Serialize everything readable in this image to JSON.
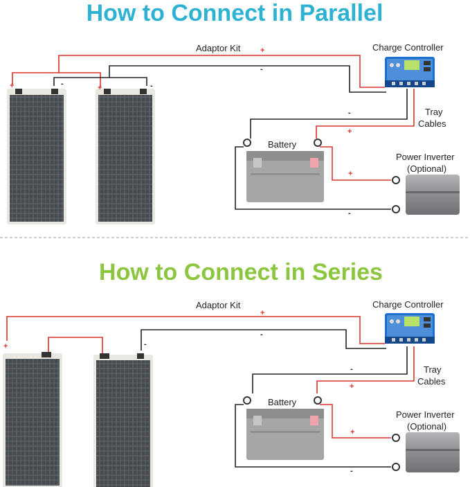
{
  "colors": {
    "parallel_title": "#2eb2d4",
    "series_title": "#8cc63f",
    "positive_wire": "#d9342b",
    "negative_wire": "#222222",
    "panel": "#5c6166",
    "panel_frame": "#e9e7e2",
    "controller": "#1d6fd1",
    "battery": "#9b9b9b",
    "inverter": "#8d8f92"
  },
  "parallel": {
    "title": "How to Connect in Parallel",
    "adaptor_kit": "Adaptor Kit",
    "charge_controller": "Charge Controller",
    "tray_line1": "Tray",
    "tray_line2": "Cables",
    "battery": "Battery",
    "inverter_line1": "Power Inverter",
    "inverter_line2": "(Optional)",
    "plus": "+",
    "minus": "-"
  },
  "series": {
    "title": "How to Connect in Series",
    "adaptor_kit": "Adaptor Kit",
    "charge_controller": "Charge Controller",
    "tray_line1": "Tray",
    "tray_line2": "Cables",
    "battery": "Battery",
    "inverter_line1": "Power Inverter",
    "inverter_line2": "(Optional)",
    "plus": "+",
    "minus": "-"
  }
}
